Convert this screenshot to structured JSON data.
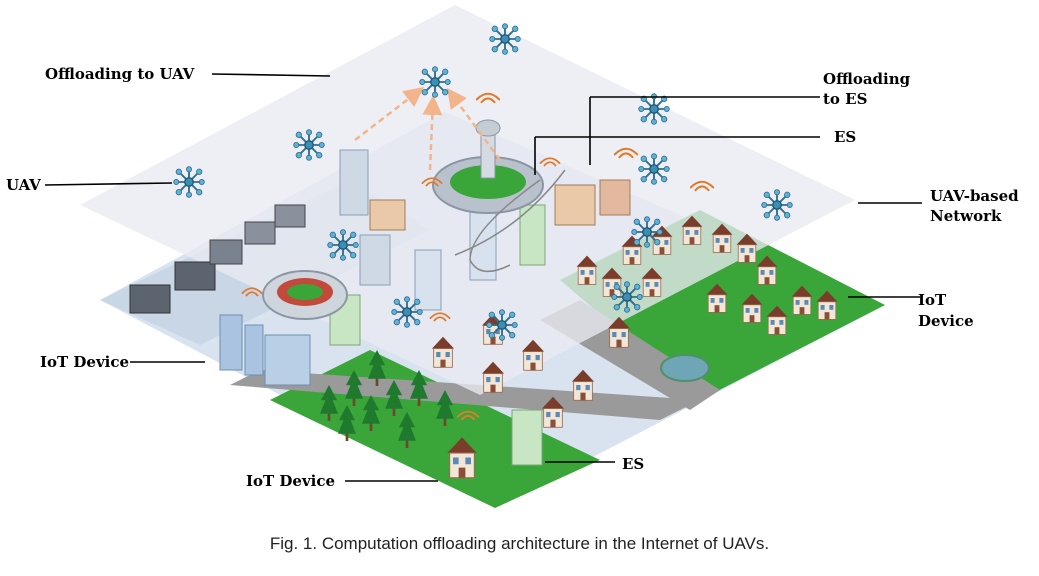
{
  "labels": {
    "offloading_to_uav": "Offloading to UAV",
    "uav": "UAV",
    "offloading_to_es_line1": "Offloading",
    "offloading_to_es_line2": "to ES",
    "es_top": "ES",
    "uav_network_line1": "UAV-based",
    "uav_network_line2": "Network",
    "iot_device_right_line1": "IoT",
    "iot_device_right_line2": "Device",
    "iot_device_left": "IoT Device",
    "iot_device_bottom": "IoT Device",
    "es_bottom": "ES"
  },
  "caption": "Fig. 1.  Computation offloading architecture in the Internet of UAVs.",
  "colors": {
    "grass": "#3aa63a",
    "road": "#8c8c8c",
    "uav_plane": "#e6e8ee",
    "drone": "#3b8fb5",
    "signal": "#e07a2c",
    "arrow": "#f2b48a"
  },
  "icons": [
    "drone-icon",
    "building-icon",
    "house-icon",
    "tree-icon",
    "stadium-icon",
    "airport-tower-icon",
    "wifi-signal-icon"
  ]
}
